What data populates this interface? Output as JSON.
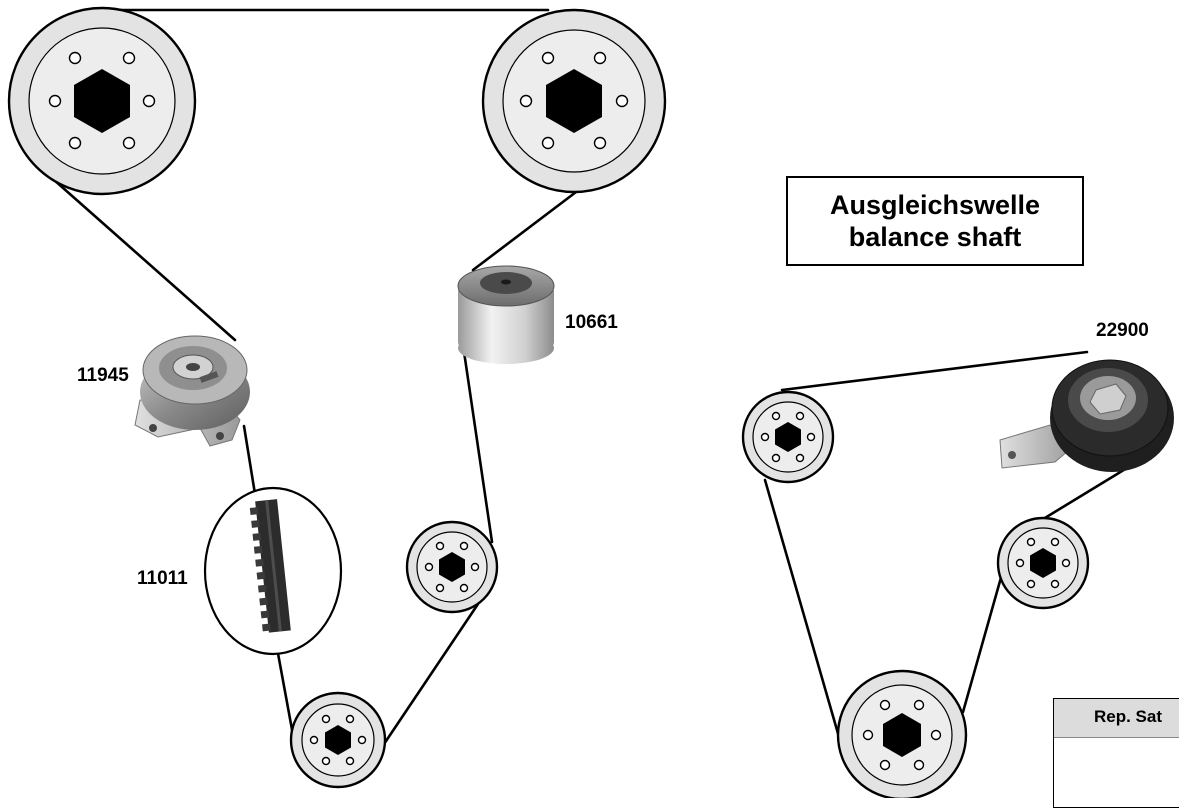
{
  "parts": {
    "p11945": "11945",
    "p10661": "10661",
    "p11011": "11011",
    "p22900": "22900"
  },
  "title_box": {
    "line1": "Ausgleichswelle",
    "line2": "balance shaft"
  },
  "rep_box": {
    "label": "Rep. Sat"
  }
}
